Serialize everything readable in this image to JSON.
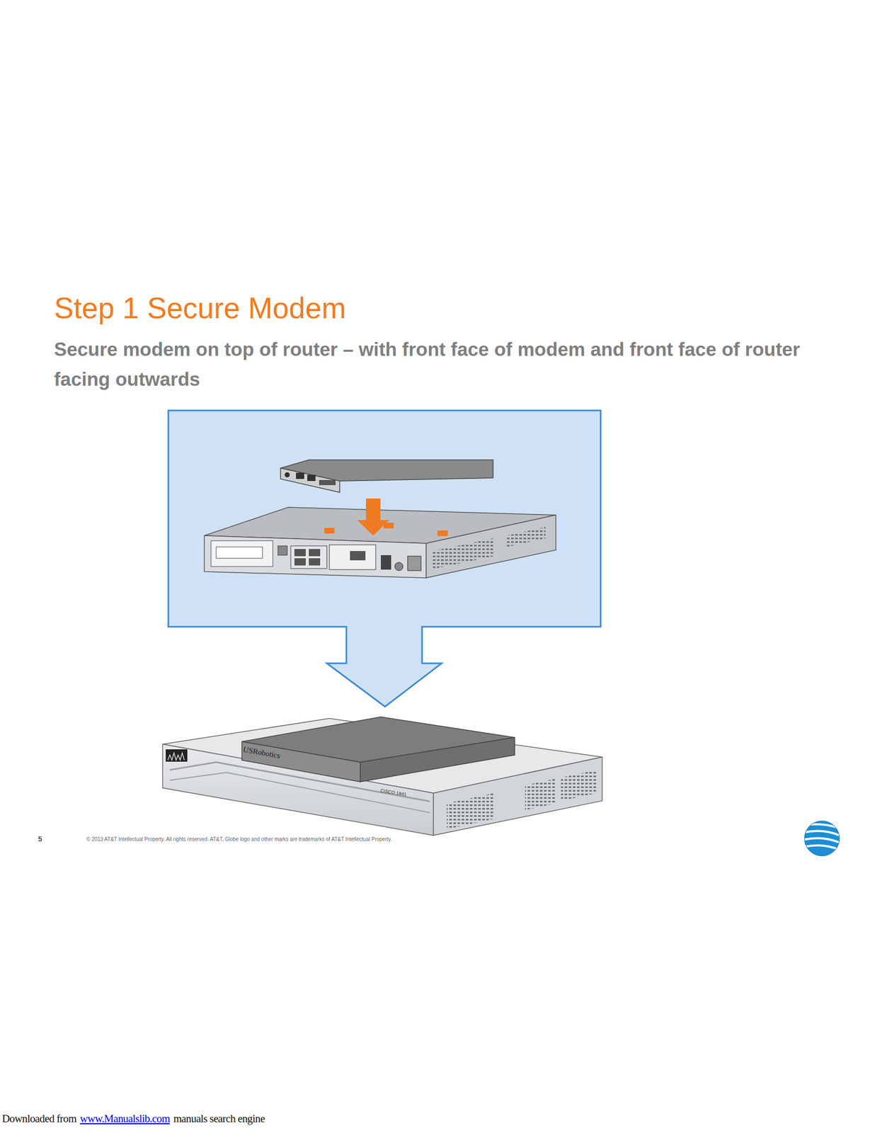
{
  "diagram": {
    "title": "Step 1 Secure Modem",
    "labels": [
      "Secure modem on top of router – with front face of modem and front face of router facing outwards",
      "USRobotics",
      "CISCO 1841",
      "5",
      "© 2013 AT&T Intellectual Property. All rights reserved. AT&T, Globe logo and other marks are trademarks of AT&T Intellectual Property.",
      "Downloaded from",
      "www.Manualslib.com",
      "manuals search engine"
    ]
  }
}
